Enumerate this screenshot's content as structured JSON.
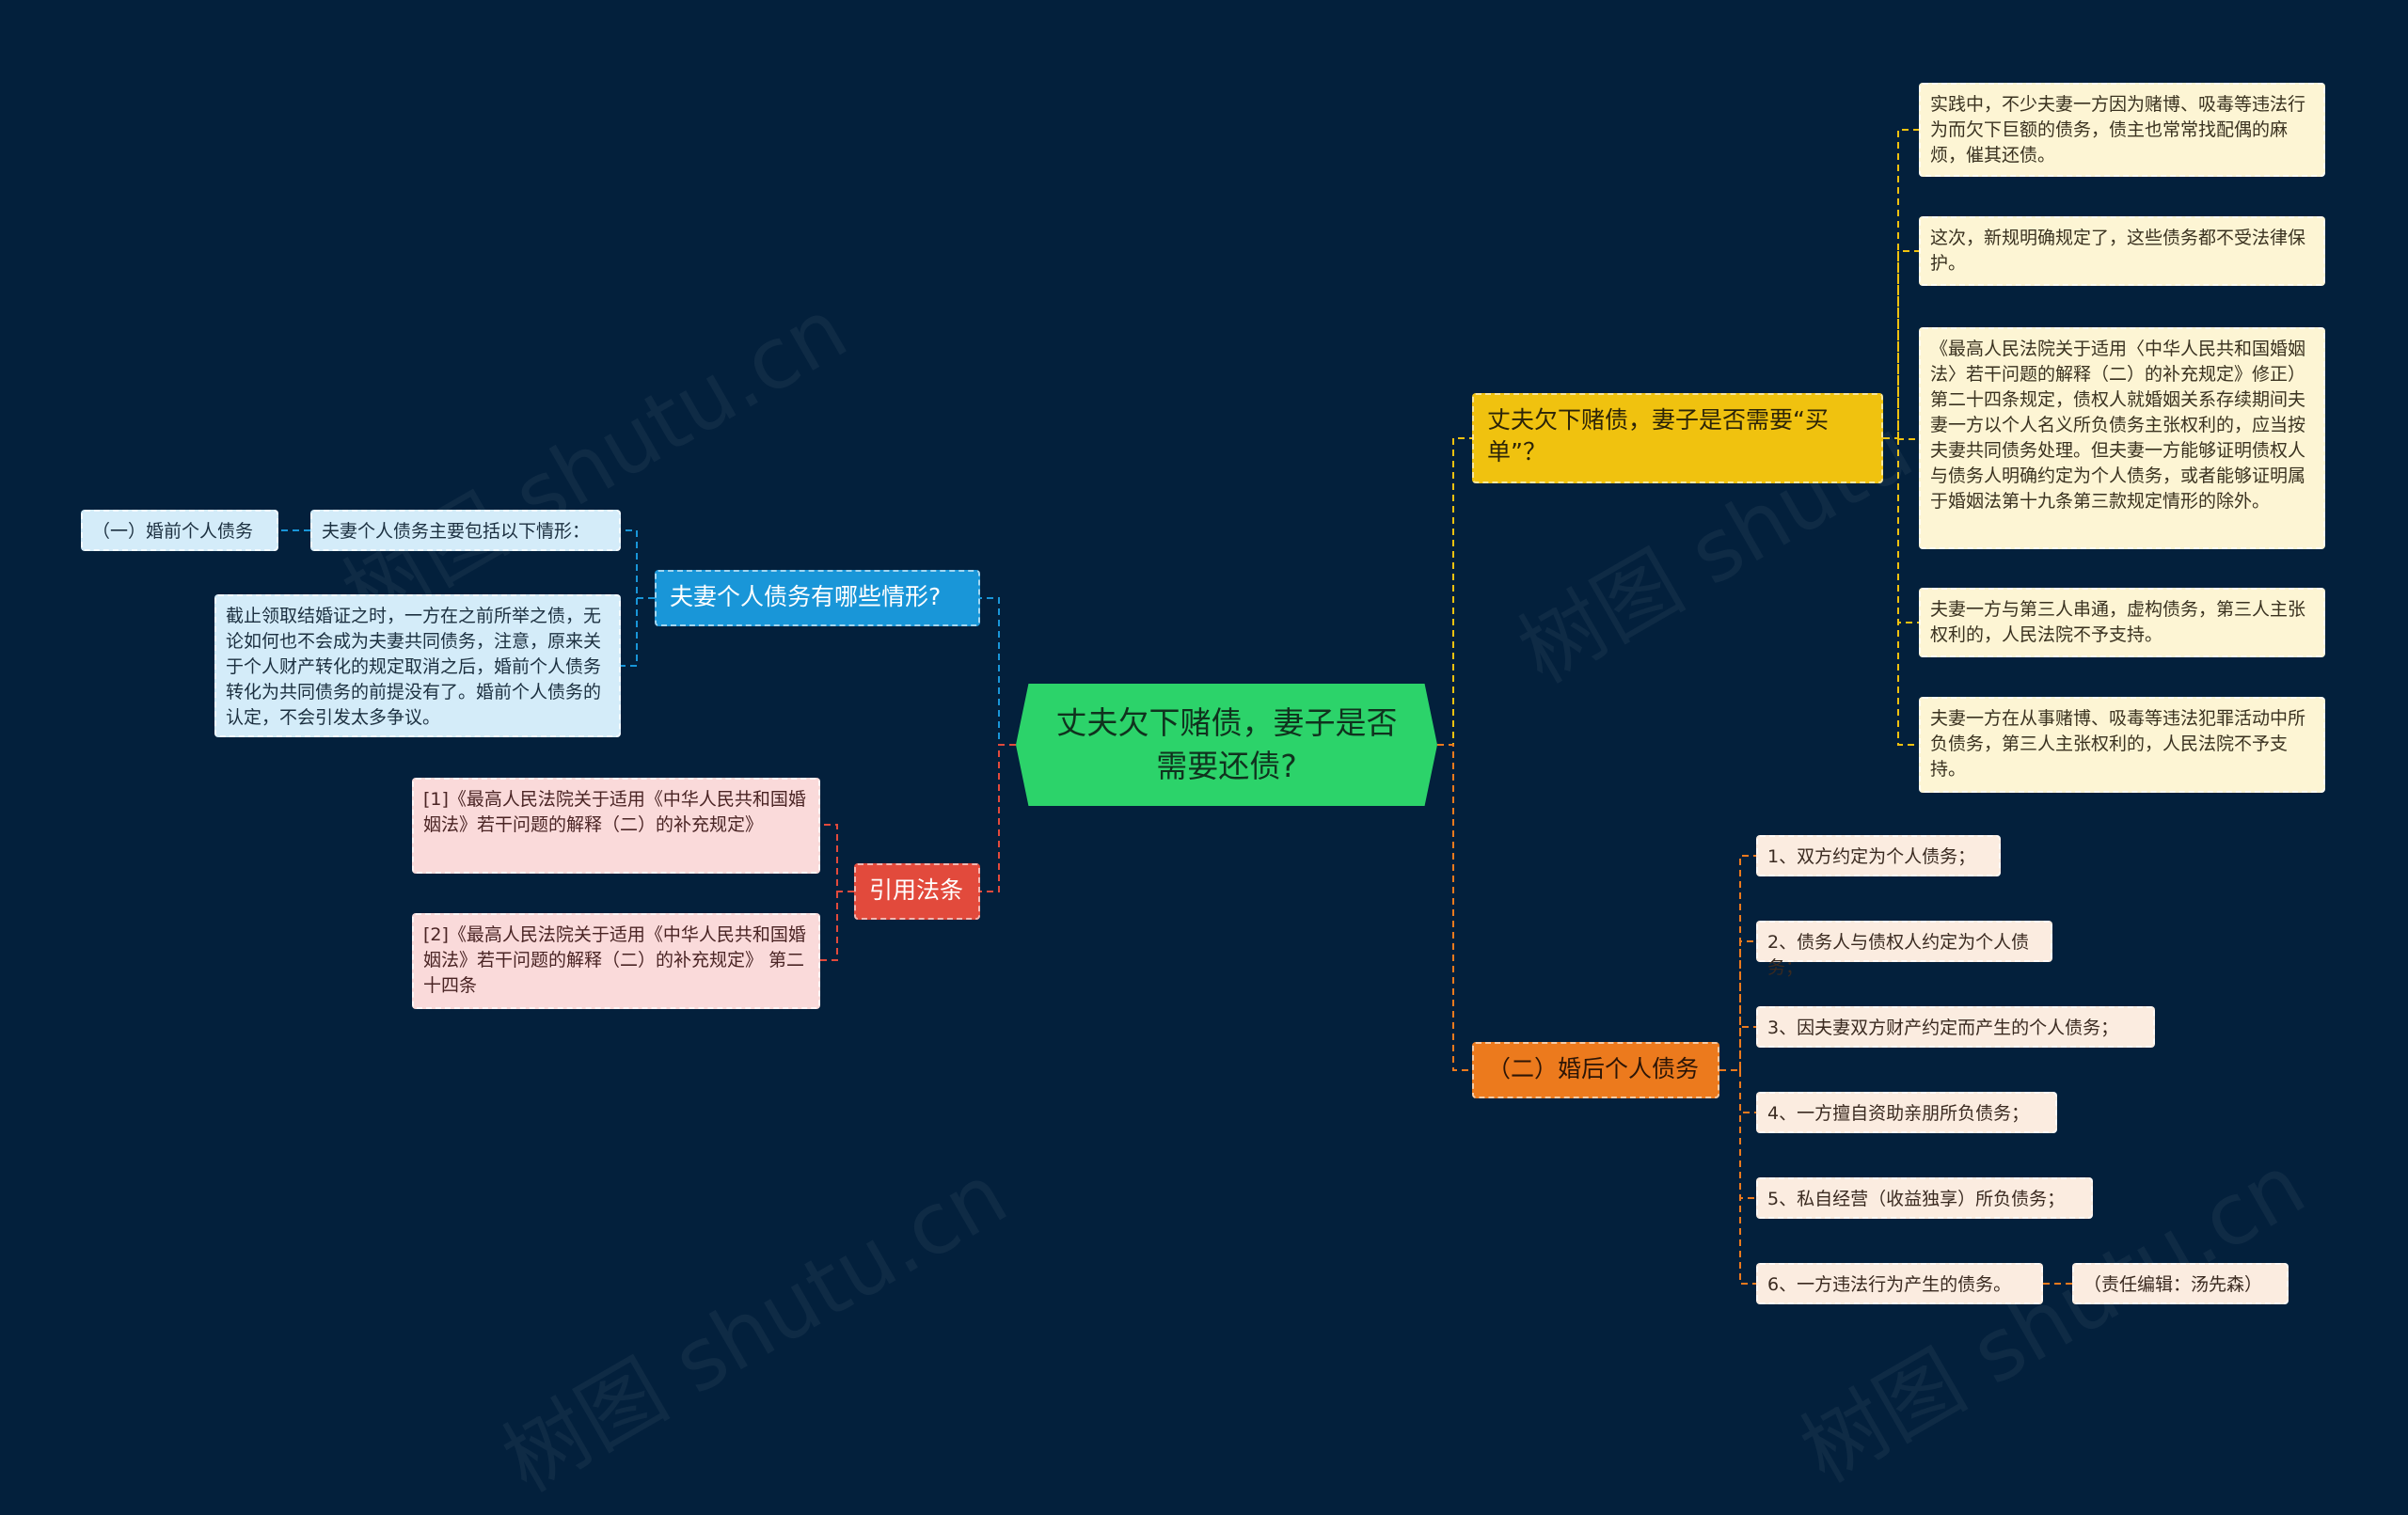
{
  "root": {
    "label": "丈夫欠下赌债，妻子是否需要还债?"
  },
  "branches": {
    "q_wife": {
      "label": "丈夫欠下赌债，妻子是否需要“买单”？",
      "items": [
        "实践中，不少夫妻一方因为赌博、吸毒等违法行为而欠下巨额的债务，债主也常常找配偶的麻烦，催其还债。",
        "这次，新规明确规定了，这些债务都不受法律保护。",
        "《最高人民法院关于适用〈中华人民共和国婚姻法〉若干问题的解释（二）的补充规定》修正）第二十四条规定，债权人就婚姻关系存续期间夫妻一方以个人名义所负债务主张权利的，应当按夫妻共同债务处理。但夫妻一方能够证明债权人与债务人明确约定为个人债务，或者能够证明属于婚姻法第十九条第三款规定情形的除外。",
        "夫妻一方与第三人串通，虚构债务，第三人主张权利的，人民法院不予支持。",
        "夫妻一方在从事赌博、吸毒等违法犯罪活动中所负债务，第三人主张权利的，人民法院不予支持。"
      ]
    },
    "after_marriage": {
      "label": "（二）婚后个人债务",
      "items": [
        "1、双方约定为个人债务；",
        "2、债务人与债权人约定为个人债务；",
        "3、因夫妻双方财产约定而产生的个人债务；",
        "4、一方擅自资助亲朋所负债务；",
        "5、私自经营（收益独享）所负债务；",
        "6、一方违法行为产生的债务。"
      ],
      "editor": "（责任编辑：汤先森）"
    },
    "personal_debt": {
      "label": "夫妻个人债务有哪些情形?",
      "intro": "夫妻个人债务主要包括以下情形：",
      "pre_marriage": "（一）婚前个人债务",
      "detail": "截止领取结婚证之时，一方在之前所举之债，无论如何也不会成为夫妻共同债务，注意，原来关于个人财产转化的规定取消之后，婚前个人债务转化为共同债务的前提没有了。婚前个人债务的认定，不会引发太多争议。"
    },
    "law": {
      "label": "引用法条",
      "items": [
        "[1]《最高人民法院关于适用《中华人民共和国婚姻法》若干问题的解释（二）的补充规定》",
        "[2]《最高人民法院关于适用《中华人民共和国婚姻法》若干问题的解释（二）的补充规定》 第二十四条"
      ]
    }
  },
  "watermark": "树图 shutu.cn",
  "colors": {
    "background": "#03203c",
    "root": "#2cd36a",
    "yellow": "#f0c20f",
    "orange": "#ec7a1d",
    "blue": "#1996d8",
    "red": "#e24a3c"
  }
}
